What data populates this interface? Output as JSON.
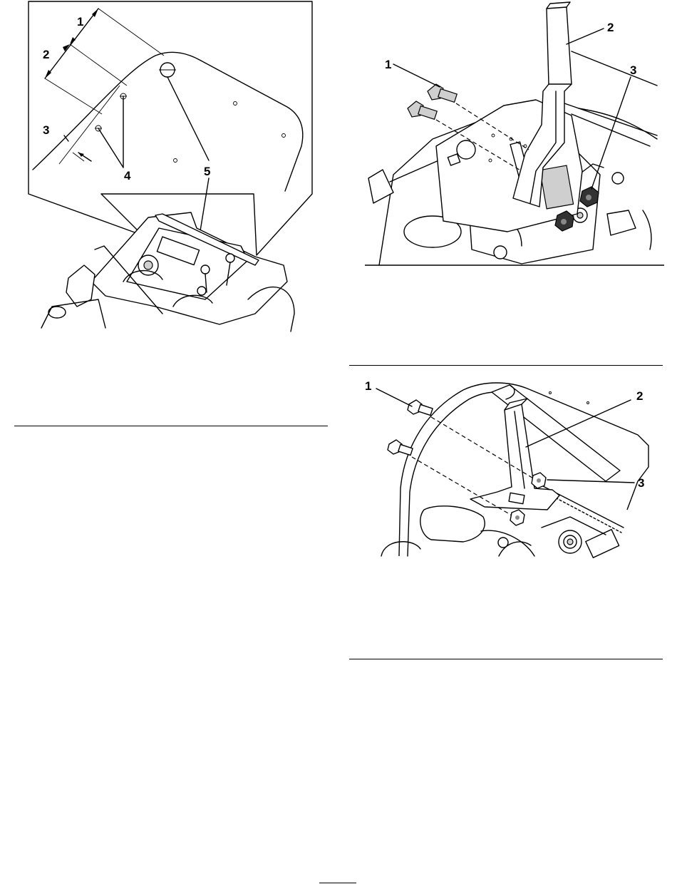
{
  "figures": [
    {
      "id": "figure-top-left",
      "callouts": [
        "1",
        "2",
        "3",
        "4",
        "5"
      ]
    },
    {
      "id": "figure-top-right",
      "callouts": [
        "1",
        "2",
        "3"
      ]
    },
    {
      "id": "figure-bottom-right",
      "callouts": [
        "1",
        "2",
        "3"
      ]
    }
  ]
}
